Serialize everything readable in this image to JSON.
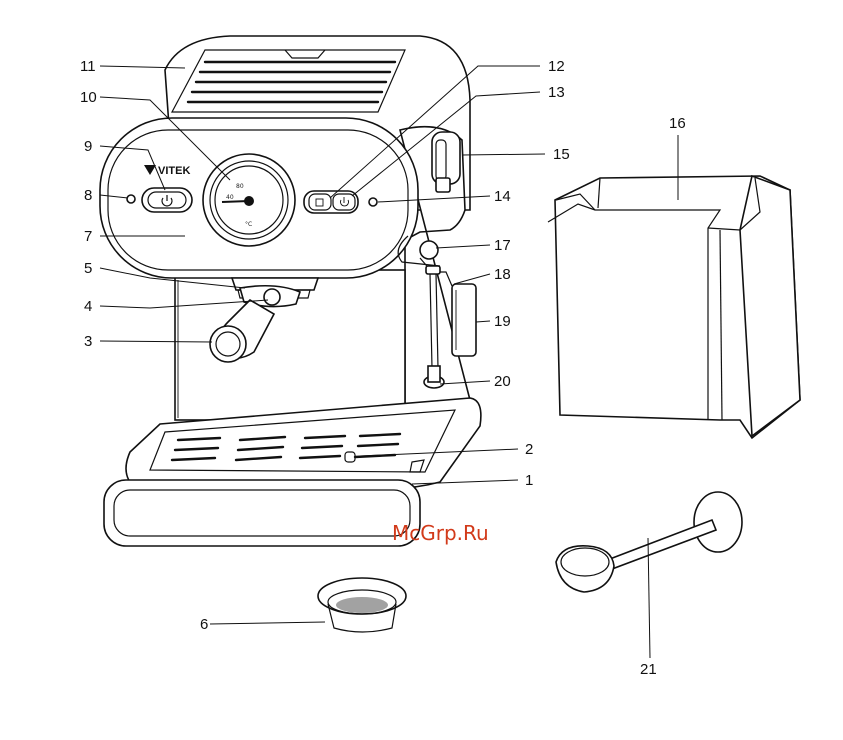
{
  "brand": "VITEK",
  "watermark": "McGrp.Ru",
  "gauge": {
    "unit": "°C",
    "mark_top": "80",
    "mark_left": "40"
  },
  "callouts": [
    {
      "id": "1"
    },
    {
      "id": "2"
    },
    {
      "id": "3"
    },
    {
      "id": "4"
    },
    {
      "id": "5"
    },
    {
      "id": "6"
    },
    {
      "id": "7"
    },
    {
      "id": "8"
    },
    {
      "id": "9"
    },
    {
      "id": "10"
    },
    {
      "id": "11"
    },
    {
      "id": "12"
    },
    {
      "id": "13"
    },
    {
      "id": "14"
    },
    {
      "id": "15"
    },
    {
      "id": "16"
    },
    {
      "id": "17"
    },
    {
      "id": "18"
    },
    {
      "id": "19"
    },
    {
      "id": "20"
    },
    {
      "id": "21"
    }
  ]
}
